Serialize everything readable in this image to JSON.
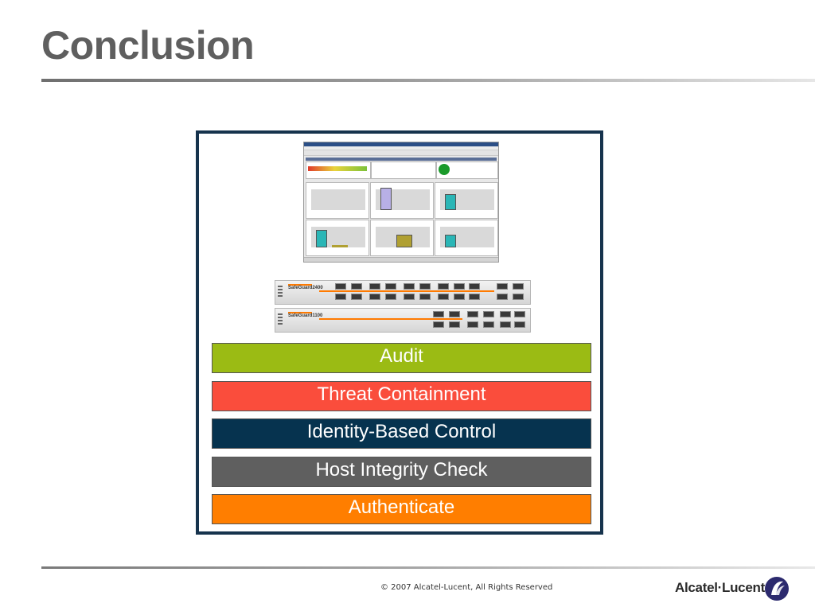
{
  "slide": {
    "title": "Conclusion"
  },
  "dashboard_screenshot": {
    "description_icon": "dashboard-screenshot",
    "risk_colors": [
      "#e03a2a",
      "#e9d33b",
      "#7cc23a"
    ],
    "status_color": "#1a9a2a"
  },
  "appliances": [
    {
      "brand": "SafeGuard2400"
    },
    {
      "brand": "SafeGuard1100"
    }
  ],
  "layers": [
    {
      "label": "Audit",
      "color": "#9bbb14"
    },
    {
      "label": "Threat Containment",
      "color": "#fa4d3c"
    },
    {
      "label": "Identity-Based Control",
      "color": "#06334f"
    },
    {
      "label": "Host Integrity Check",
      "color": "#5f5f5f"
    },
    {
      "label": "Authenticate",
      "color": "#ff7e00"
    }
  ],
  "footer": {
    "copyright": "© 2007 Alcatel-Lucent, All Rights Reserved",
    "logo_text": "Alcatel·Lucent",
    "logo_icon": "alcatel-lucent-logo-icon"
  }
}
